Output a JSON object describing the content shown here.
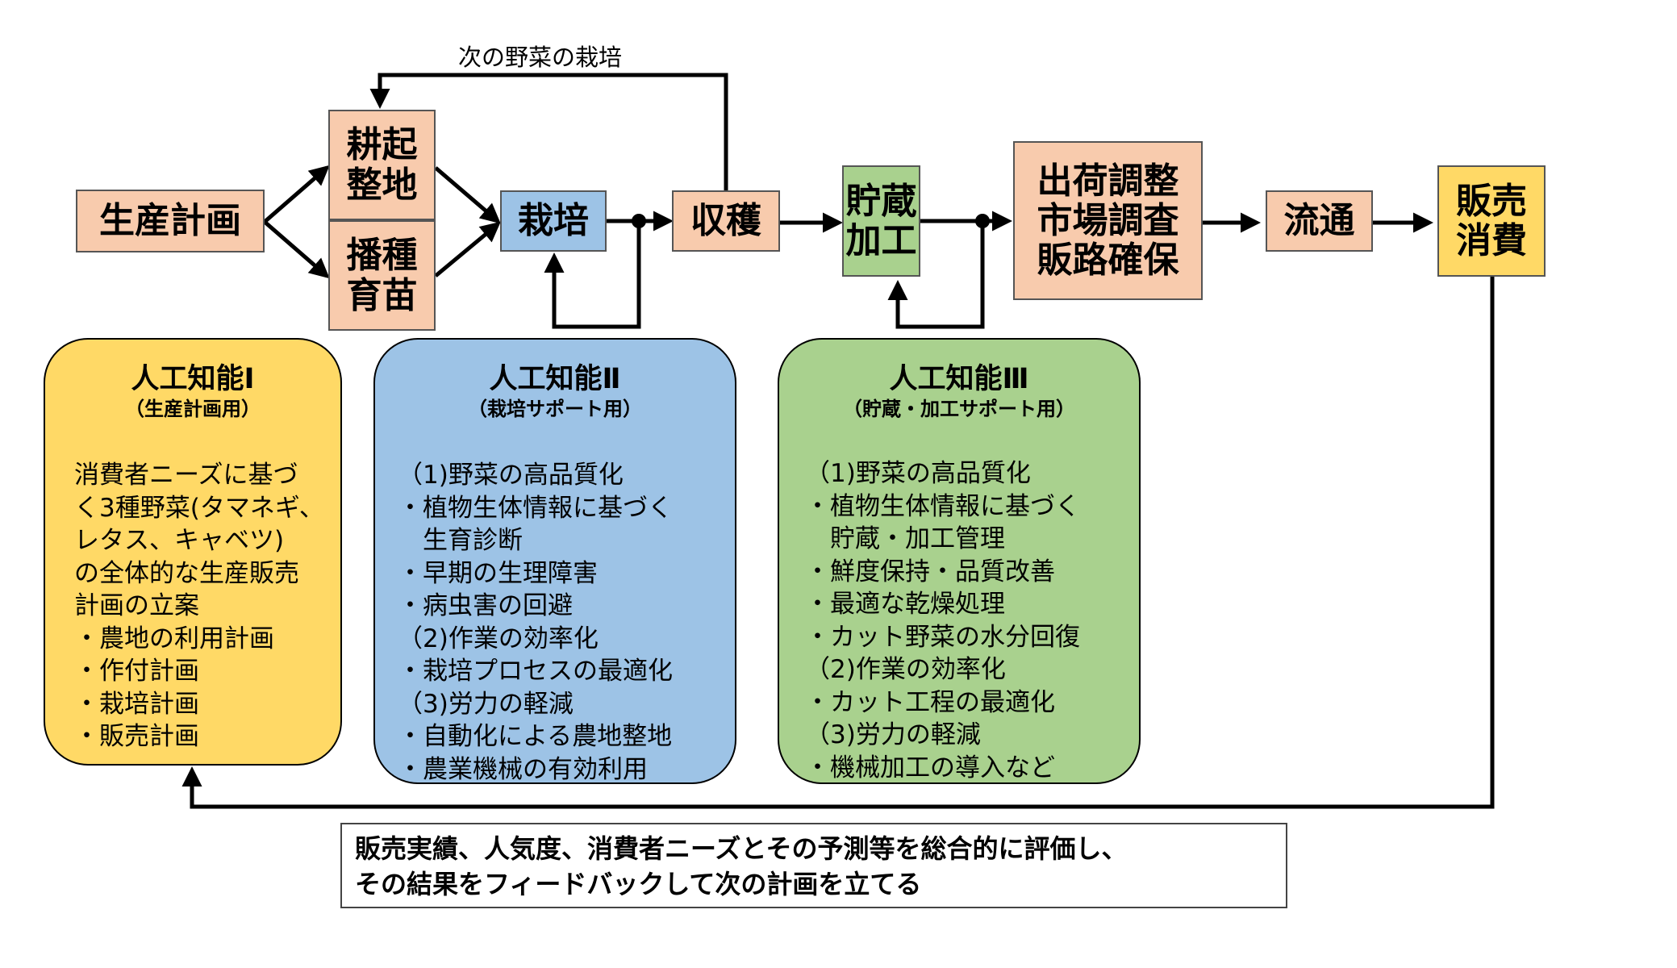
{
  "loop_label": "次の野菜の栽培",
  "nodes": {
    "seisan_keikaku": "生産計画",
    "kouki_seichi": "耕起\n整地",
    "hashu_ikubyou": "播種\n育苗",
    "saibai": "栽培",
    "shuukaku": "収穫",
    "chozou_kakou": "貯蔵\n加工",
    "shukka_chousei": "出荷調整\n市場調査\n販路確保",
    "ryuutsuu": "流通",
    "hanbai_shouhi": "販売\n消費"
  },
  "ai1": {
    "title": "人工知能Ⅰ",
    "subtitle": "（生産計画用）",
    "lines": [
      "消費者ニーズに基づ",
      "く3種野菜(タマネギ、",
      "レタス、キャベツ)",
      "の全体的な生産販売",
      "計画の立案",
      "・農地の利用計画",
      "・作付計画",
      "・栽培計画",
      "・販売計画"
    ]
  },
  "ai2": {
    "title": "人工知能Ⅱ",
    "subtitle": "（栽培サポート用）",
    "lines": [
      "（1)野菜の高品質化",
      "・植物生体情報に基づく",
      "　生育診断",
      "・早期の生理障害",
      "・病虫害の回避",
      "（2)作業の効率化",
      "・栽培プロセスの最適化",
      "（3)労力の軽減",
      "・自動化による農地整地",
      "・農業機械の有効利用"
    ]
  },
  "ai3": {
    "title": "人工知能Ⅲ",
    "subtitle": "（貯蔵・加工サポート用）",
    "lines": [
      "（1)野菜の高品質化",
      "・植物生体情報に基づく",
      "　貯蔵・加工管理",
      "・鮮度保持・品質改善",
      "・最適な乾燥処理",
      "・カット野菜の水分回復",
      "（2)作業の効率化",
      "・カット工程の最適化",
      "（3)労力の軽減",
      "・機械加工の導入など"
    ]
  },
  "feedback": {
    "line1": "販売実績、人気度、消費者ニーズとその予測等を総合的に評価し、",
    "line2": "その結果をフィードバックして次の計画を立てる"
  }
}
